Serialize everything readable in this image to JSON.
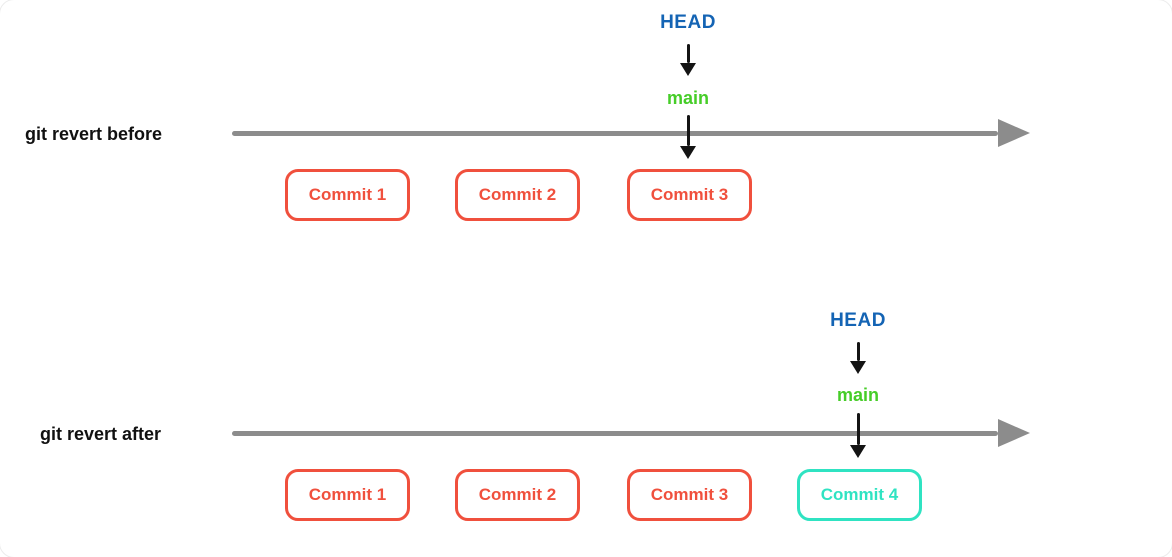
{
  "colors": {
    "head": "#1464B4",
    "branch": "#46CD28",
    "commit-red": "#F0503D",
    "commit-teal": "#2FE3C2",
    "timeline": "#8C8C8C",
    "arrow": "#141414",
    "label": "#111111",
    "background": "#FFFFFF"
  },
  "sections": [
    {
      "label": "git revert before",
      "head_label": "HEAD",
      "branch_label": "main",
      "commits": [
        {
          "label": "Commit 1",
          "color": "#F0503D"
        },
        {
          "label": "Commit 2",
          "color": "#F0503D"
        },
        {
          "label": "Commit 3",
          "color": "#F0503D"
        }
      ]
    },
    {
      "label": "git revert after",
      "head_label": "HEAD",
      "branch_label": "main",
      "commits": [
        {
          "label": "Commit 1",
          "color": "#F0503D"
        },
        {
          "label": "Commit 2",
          "color": "#F0503D"
        },
        {
          "label": "Commit 3",
          "color": "#F0503D"
        },
        {
          "label": "Commit 4",
          "color": "#2FE3C2"
        }
      ]
    }
  ]
}
